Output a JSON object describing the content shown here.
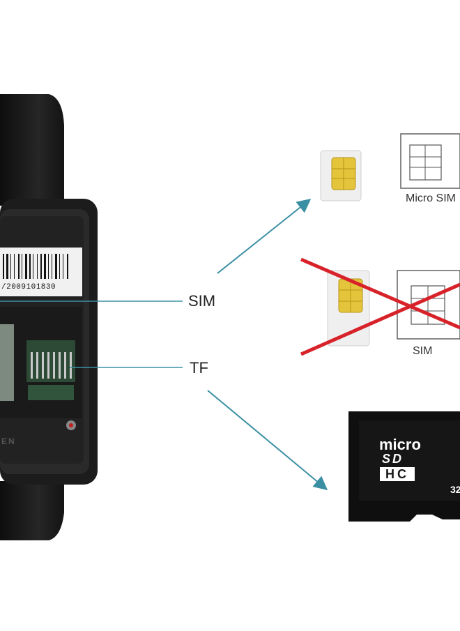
{
  "callouts": {
    "sim": "SIM",
    "tf": "TF"
  },
  "cards": {
    "micro_sim_label": "Micro SIM",
    "sim_label": "SIM",
    "sd_brand_top": "micro",
    "sd_brand_sd": "SD",
    "sd_brand_hc": "HC",
    "sd_capacity_partial": "32"
  },
  "watch": {
    "serial_partial": "/2009101830",
    "engraving_partial": "EN"
  },
  "colors": {
    "arrow": "#3a8fa3",
    "cross": "#d8222a",
    "chip_gold": "#e3c43a",
    "watch_body": "#1c1c1c"
  }
}
